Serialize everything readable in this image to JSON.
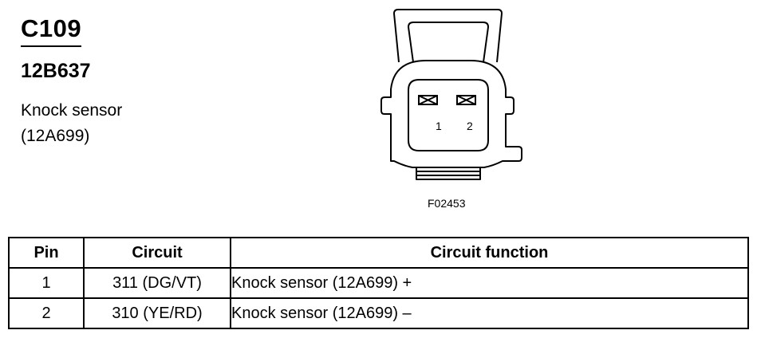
{
  "header": {
    "connector_id": "C109",
    "part_number": "12B637",
    "description_line1": "Knock sensor",
    "description_line2": "(12A699)"
  },
  "diagram": {
    "pin_labels": [
      "1",
      "2"
    ],
    "figure_code": "F02453"
  },
  "table": {
    "headers": {
      "pin": "Pin",
      "circuit": "Circuit",
      "function": "Circuit function"
    },
    "rows": [
      {
        "pin": "1",
        "circuit": "311 (DG/VT)",
        "function": "Knock sensor (12A699) +"
      },
      {
        "pin": "2",
        "circuit": "310 (YE/RD)",
        "function": "Knock sensor (12A699) –"
      }
    ]
  }
}
